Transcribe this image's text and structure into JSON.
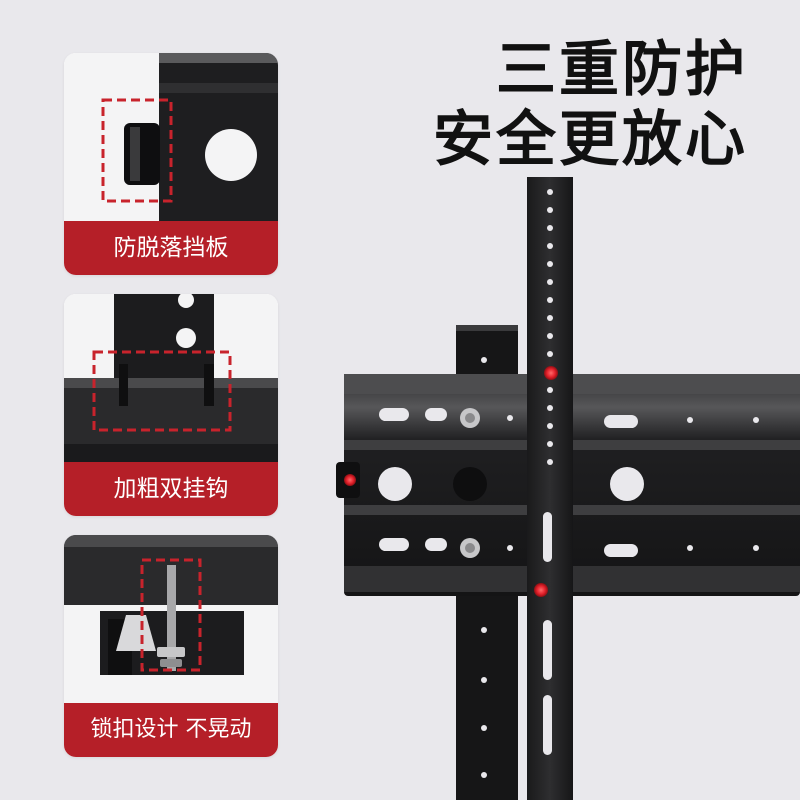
{
  "headline": {
    "line1": "三重防护",
    "line2": "安全更放心"
  },
  "features": [
    {
      "label": "防脱落挡板",
      "icon": "anti-drop-baffle-icon"
    },
    {
      "label": "加粗双挂钩",
      "icon": "double-hook-icon"
    },
    {
      "label": "锁扣设计 不晃动",
      "icon": "lock-buckle-icon"
    }
  ],
  "colors": {
    "background": "#e9e8ec",
    "label_red": "#b51f28",
    "metal": "#1b1b1c",
    "highlight": "#e3202a"
  }
}
